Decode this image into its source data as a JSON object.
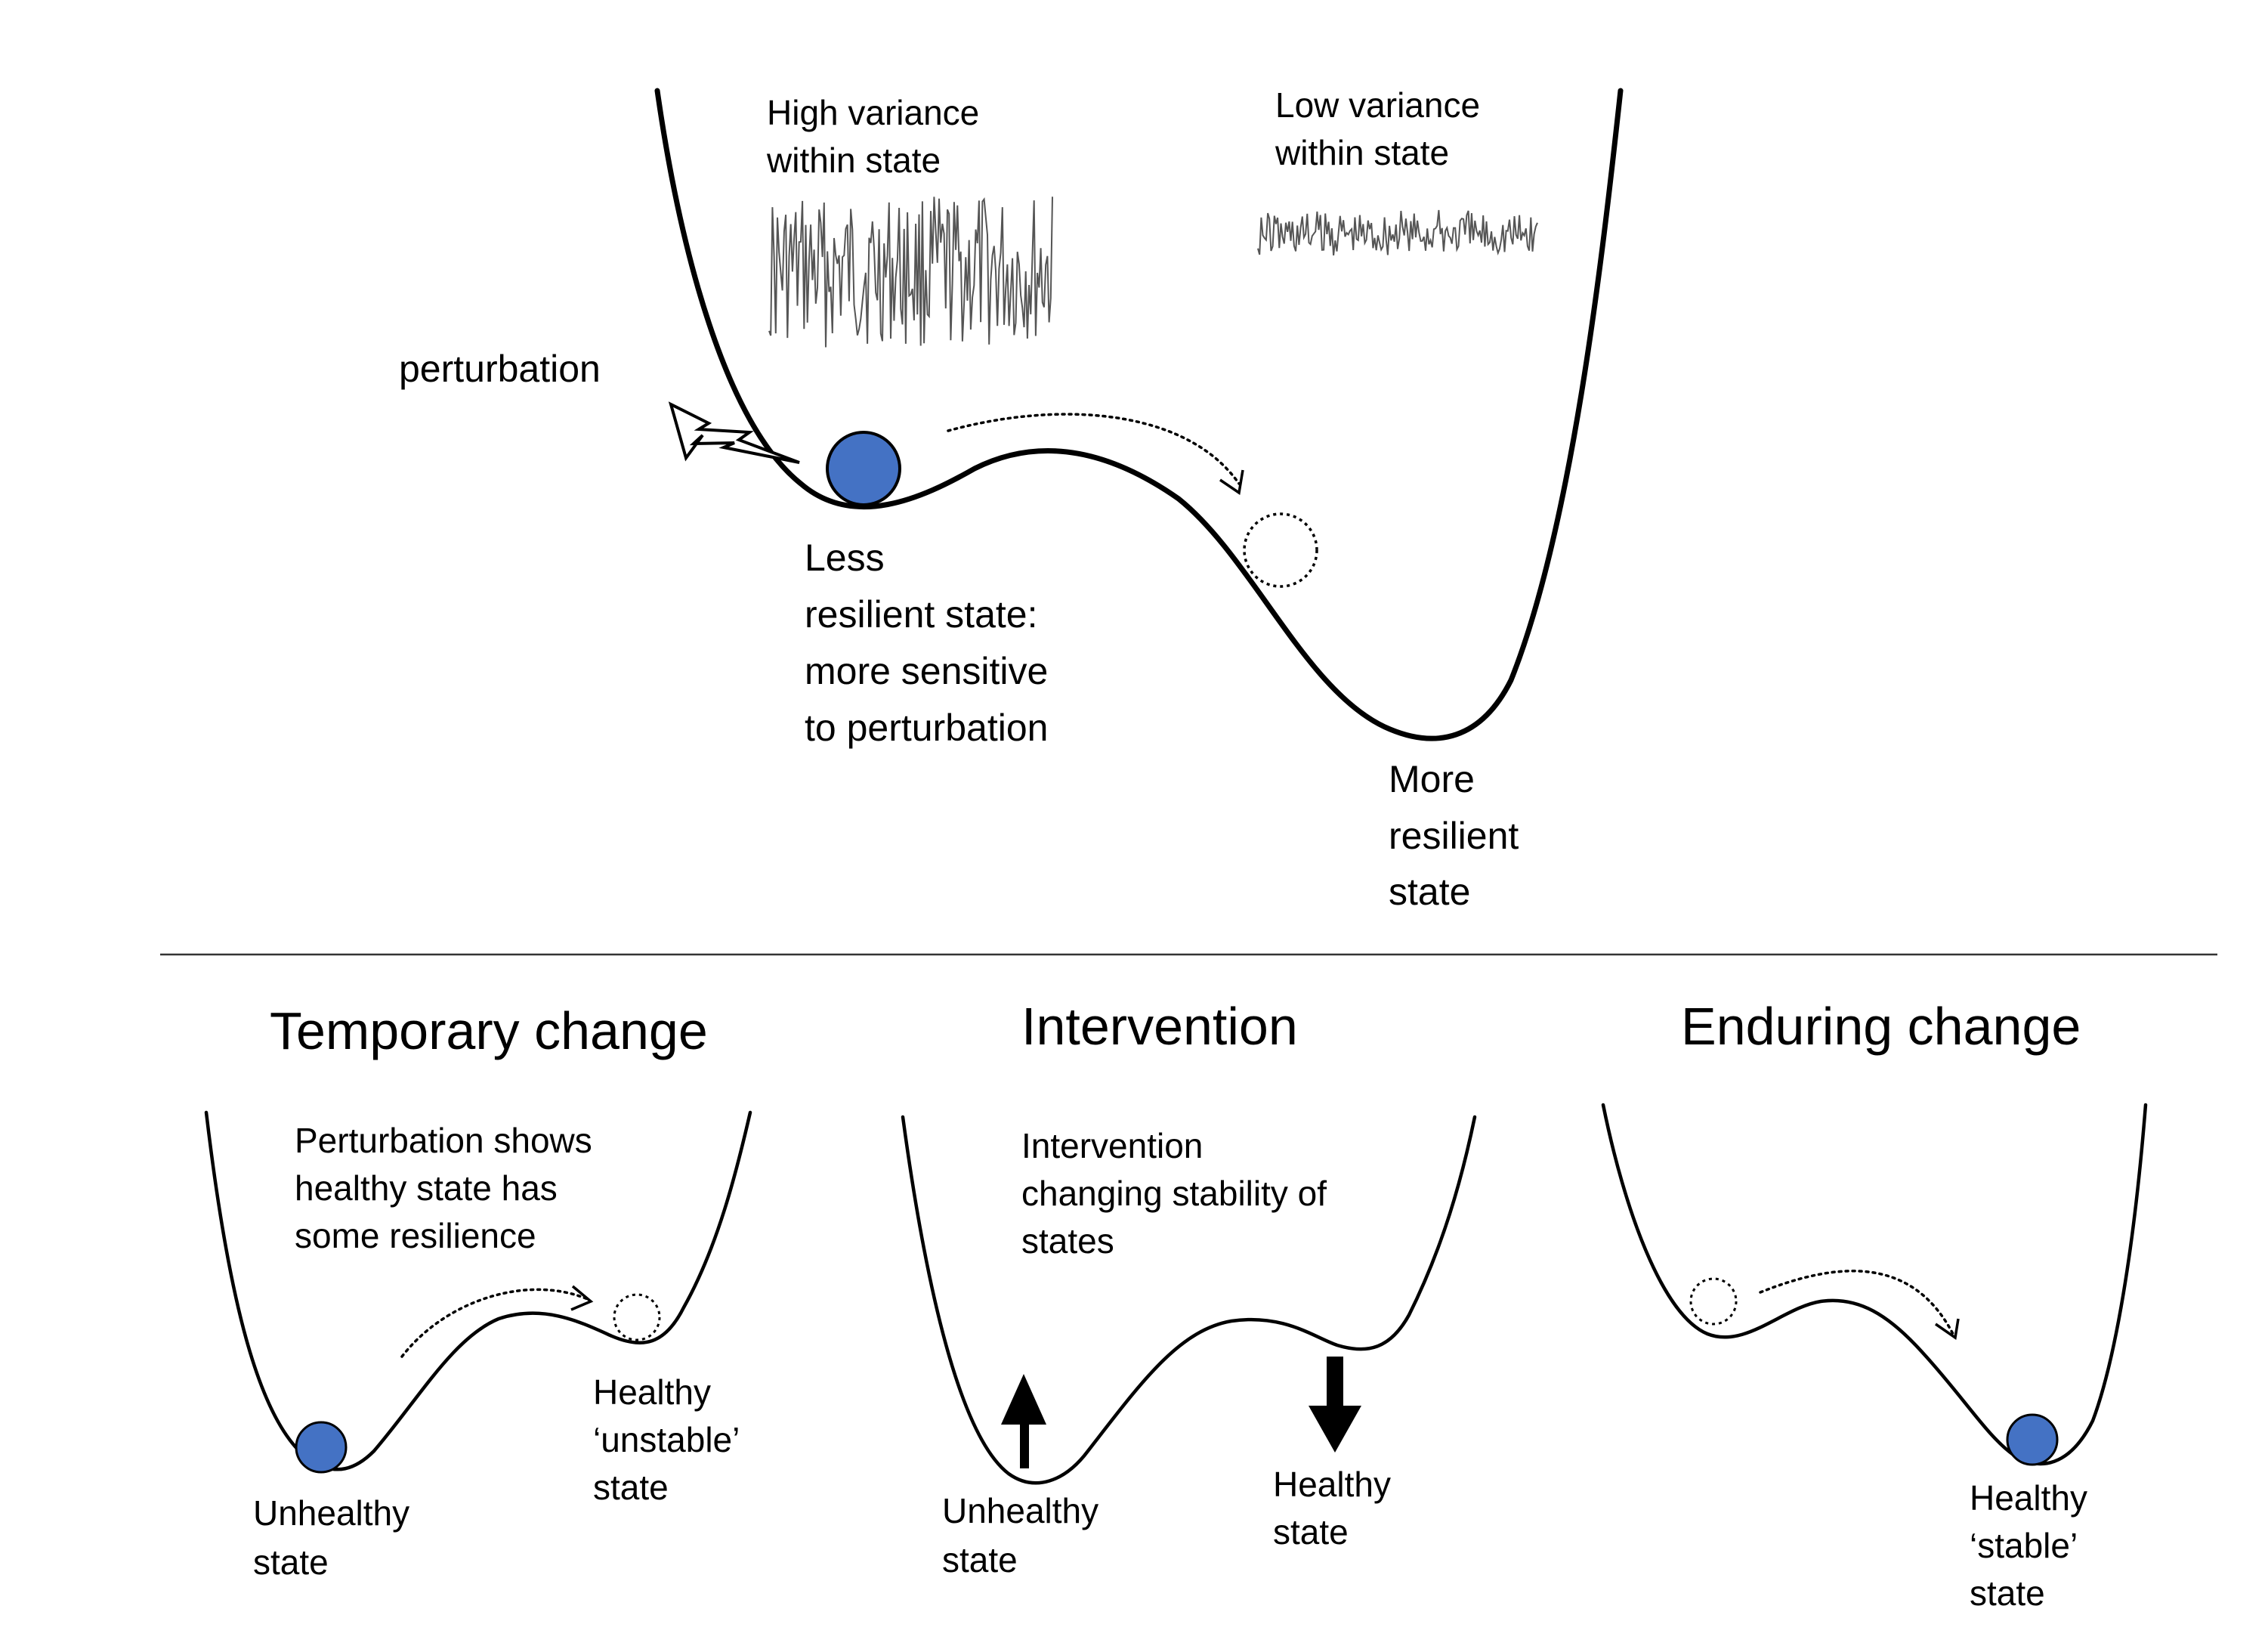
{
  "colors": {
    "ball_fill": "#4472c4",
    "line": "#000000",
    "signal": "#555555",
    "divider": "#333333"
  },
  "top_panel": {
    "high_variance_label": [
      "High variance",
      "within state"
    ],
    "low_variance_label": [
      "Low variance",
      "within state"
    ],
    "perturbation_label": "perturbation",
    "less_resilient_label": [
      "Less",
      "resilient state:",
      "more sensitive",
      "to perturbation"
    ],
    "more_resilient_label": [
      "More",
      "resilient",
      "state"
    ],
    "icons": [
      "lightning-bolt-icon",
      "ball",
      "dotted-circle",
      "dotted-arrow"
    ]
  },
  "bottom_panels": {
    "temporary": {
      "title": "Temporary change",
      "note": [
        "Perturbation shows",
        "healthy state has",
        "some resilience"
      ],
      "left_state": [
        "Unhealthy",
        "state"
      ],
      "right_state": [
        "Healthy",
        "‘unstable’",
        "state"
      ]
    },
    "intervention": {
      "title": "Intervention",
      "note": [
        "Intervention",
        "changing stability of",
        "states"
      ],
      "left_state": [
        "Unhealthy",
        "state"
      ],
      "right_state": [
        "Healthy",
        "state"
      ],
      "icons": [
        "up-arrow-icon",
        "down-arrow-icon"
      ]
    },
    "enduring": {
      "title": "Enduring change",
      "right_state": [
        "Healthy",
        "‘stable’",
        "state"
      ]
    }
  }
}
